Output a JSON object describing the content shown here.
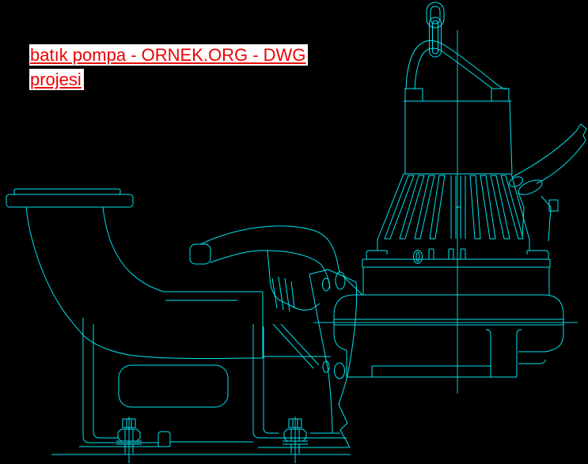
{
  "header": {
    "link_text": "batık pompa - ORNEK.ORG - DWG projesi"
  },
  "colors": {
    "background": "#000000",
    "line_cyan": "#00e5f0",
    "link_red": "#ee0000",
    "link_background": "#ffffff"
  },
  "drawing": {
    "subject": "submersible pump (batık pompa) 2D CAD side view",
    "parts": [
      "lifting-chain",
      "lifting-handle",
      "motor-housing",
      "power-cable",
      "cable-gland",
      "cooling-fins",
      "clamp-band",
      "volute-casing",
      "discharge-foot",
      "guide-bracket",
      "guide-claw",
      "discharge-elbow",
      "inlet-flange",
      "base-stand",
      "anchor-bolts",
      "ground-line",
      "centerlines"
    ]
  }
}
